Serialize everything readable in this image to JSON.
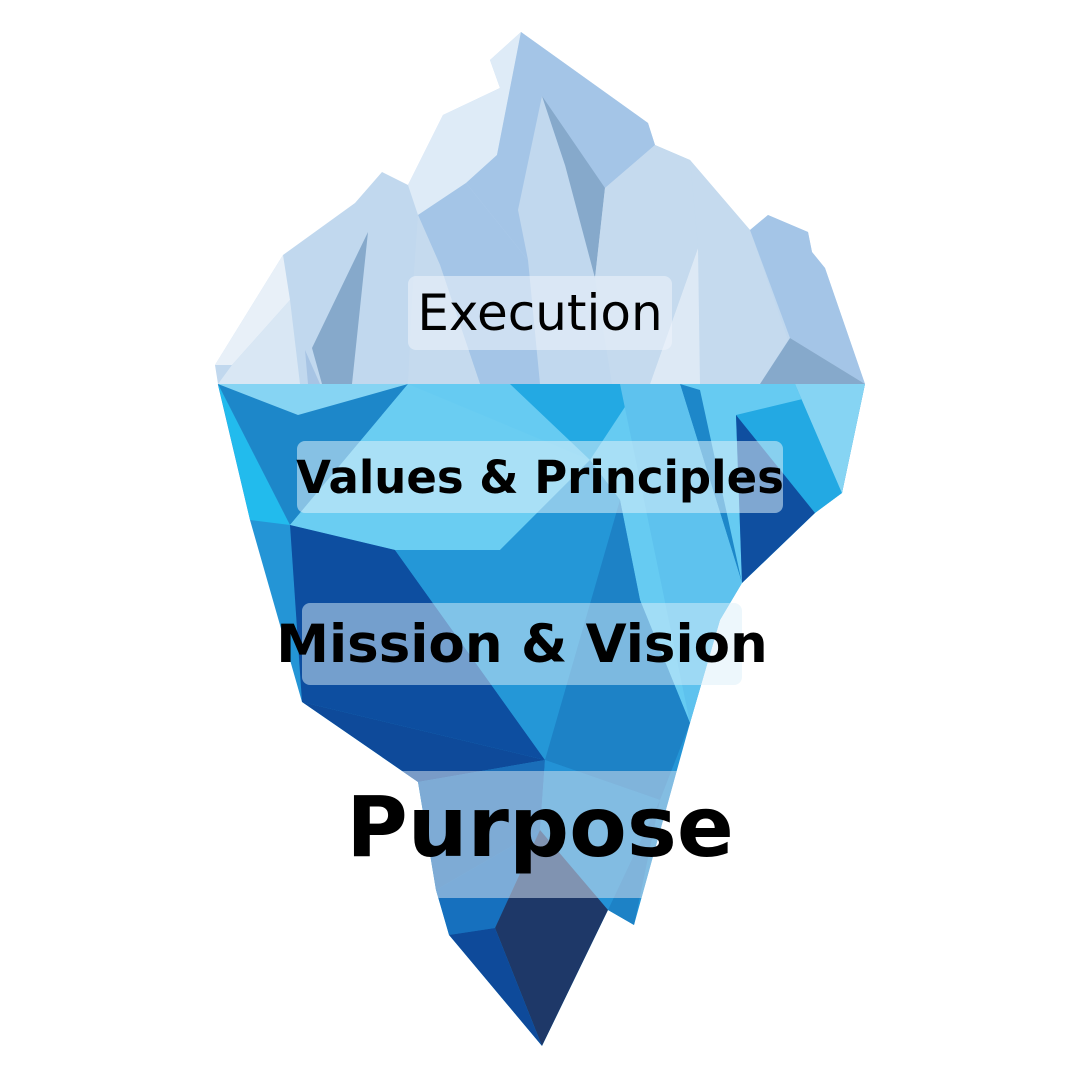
{
  "diagram": {
    "layers": [
      {
        "id": "execution",
        "label": "Execution"
      },
      {
        "id": "values",
        "label": "Values & Principles"
      },
      {
        "id": "mission",
        "label": "Mission & Vision"
      },
      {
        "id": "purpose",
        "label": "Purpose"
      }
    ]
  },
  "colors": {
    "above_water": "#c1d8ee",
    "waterline": "#5fc6ef",
    "deep": "#1a6eb9",
    "darkest": "#1e3868"
  }
}
